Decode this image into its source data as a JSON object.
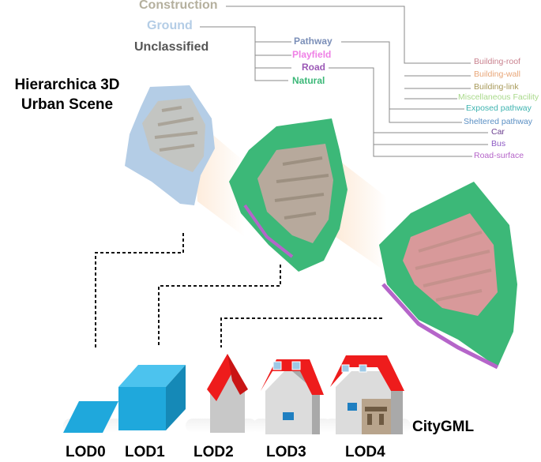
{
  "title_lines": [
    "Hierarchica 3D",
    "Urban Scene"
  ],
  "level1": [
    {
      "label": "Construction",
      "color": "#b5b09e"
    },
    {
      "label": "Ground",
      "color": "#b4cde6"
    },
    {
      "label": "Unclassified",
      "color": "#555555"
    }
  ],
  "level2": [
    {
      "label": "Pathway",
      "color": "#7b8fb8"
    },
    {
      "label": "Playfield",
      "color": "#ef7fe6"
    },
    {
      "label": "Road",
      "color": "#9b59b6"
    },
    {
      "label": "Natural",
      "color": "#3cb878"
    }
  ],
  "level3": [
    {
      "label": "Building-roof",
      "color": "#c9828f"
    },
    {
      "label": "Building-wall",
      "color": "#e8a678"
    },
    {
      "label": "Building-link",
      "color": "#a89a5a"
    },
    {
      "label": "Miscellaneous Facility",
      "color": "#a9d98b"
    },
    {
      "label": "Exposed pathway",
      "color": "#3fb4b0"
    },
    {
      "label": "Sheltered pathway",
      "color": "#5a8fc4"
    },
    {
      "label": "Car",
      "color": "#6b3f8f"
    },
    {
      "label": "Bus",
      "color": "#8e5bc4"
    },
    {
      "label": "Road-surface",
      "color": "#b565c9"
    }
  ],
  "lod_labels": [
    "LOD0",
    "LOD1",
    "LOD2",
    "LOD3",
    "LOD4"
  ],
  "citygml_label": "CityGML",
  "colors": {
    "ground": "#b4cde6",
    "natural": "#3cb878",
    "building": "#b7a99c",
    "roof": "#d8999a",
    "road": "#b565c9",
    "lod_blue": "#1fa8dc",
    "roof_red": "#ee1c1c",
    "wall_gray": "#c8c8c8"
  }
}
